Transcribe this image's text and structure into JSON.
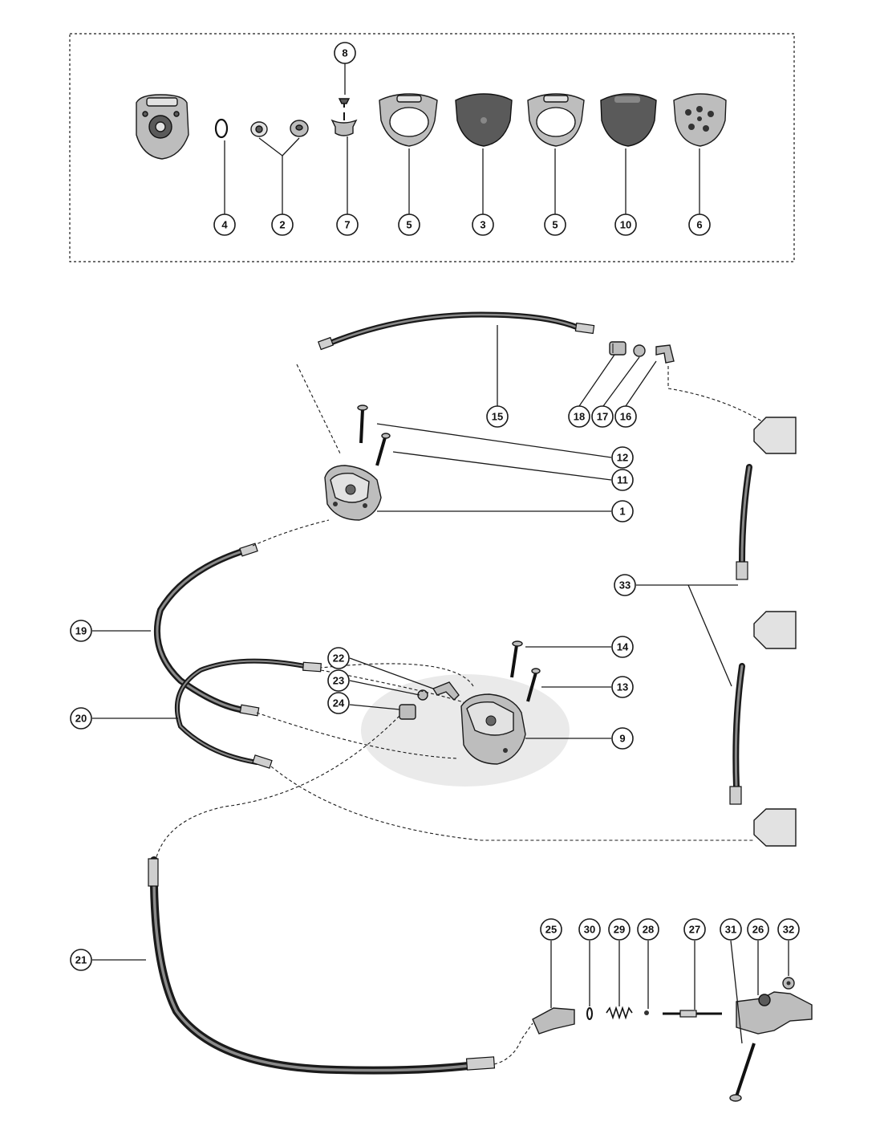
{
  "callouts": {
    "c4": "4",
    "c2": "2",
    "c8": "8",
    "c7": "7",
    "c5a": "5",
    "c3": "3",
    "c5b": "5",
    "c10": "10",
    "c6": "6",
    "c15": "15",
    "c18": "18",
    "c17": "17",
    "c16": "16",
    "c12": "12",
    "c11": "11",
    "c1": "1",
    "c33": "33",
    "c19": "19",
    "c14": "14",
    "c22": "22",
    "c23": "23",
    "c13": "13",
    "c24": "24",
    "c20": "20",
    "c9": "9",
    "c25": "25",
    "c30": "30",
    "c29": "29",
    "c28": "28",
    "c27": "27",
    "c31": "31",
    "c26": "26",
    "c32": "32",
    "c21": "21"
  }
}
